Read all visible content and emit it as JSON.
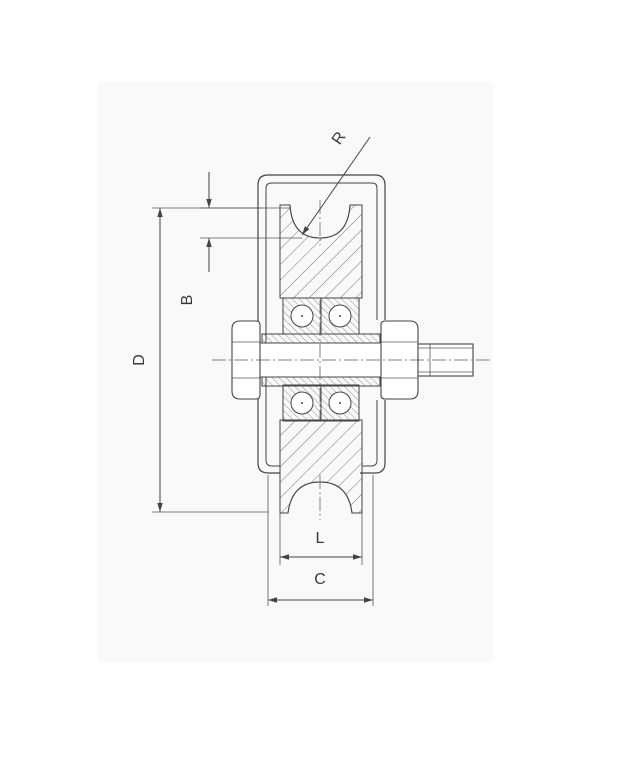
{
  "diagram": {
    "labels": {
      "R": "R",
      "B": "B",
      "D": "D",
      "L": "L",
      "C": "C"
    },
    "colors": {
      "background": "#ffffff",
      "panel": "#f9f9f9",
      "line": "#444444"
    }
  }
}
